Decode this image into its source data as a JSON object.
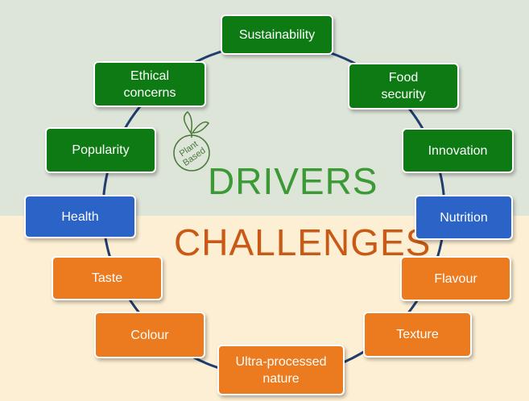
{
  "colors": {
    "driver": "#0e7a14",
    "nutrition_health": "#2b63c7",
    "challenge": "#ec7a1e",
    "ring_line": "#1f3d6e",
    "drivers_text": "#3c9a36",
    "challenges_text": "#c85a15",
    "top_band": "#dde4d8",
    "bottom_band": "#fdefd3"
  },
  "headlines": {
    "drivers": "DRIVERS",
    "challenges": "CHALLENGES"
  },
  "badge": {
    "icon": "plant-leaf-icon",
    "line1": "Plant",
    "line2": "Based"
  },
  "nodes": {
    "sustainability": "Sustainability",
    "food_security": "Food\nsecurity",
    "innovation": "Innovation",
    "nutrition": "Nutrition",
    "flavour": "Flavour",
    "texture": "Texture",
    "ultra_processed": "Ultra-processed\nnature",
    "colour": "Colour",
    "taste": "Taste",
    "health": "Health",
    "popularity": "Popularity",
    "ethical_concerns": "Ethical\nconcerns"
  }
}
